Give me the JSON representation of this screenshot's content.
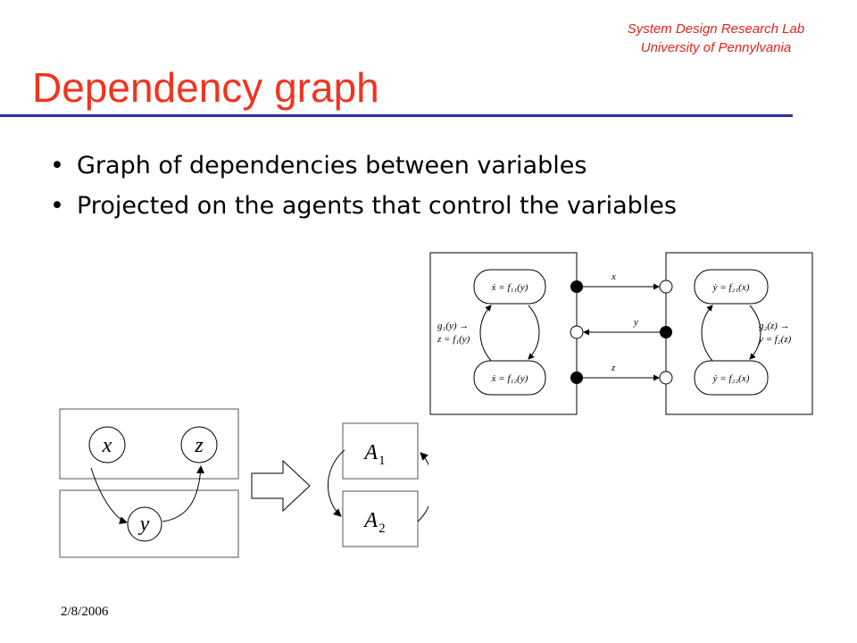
{
  "header": {
    "lab_line1": "System Design Research Lab",
    "lab_line2": "University of Pennylvania",
    "title": "Dependency graph"
  },
  "bullets": [
    {
      "text": "Graph of dependencies between variables"
    },
    {
      "text": "Projected on the agents that control the variables"
    }
  ],
  "bullet_glyph": "•",
  "footer": {
    "date": "2/8/2006"
  },
  "left_diagram": {
    "variables": [
      "x",
      "z",
      "y"
    ],
    "agents": [
      {
        "name": "A",
        "sub": "1"
      },
      {
        "name": "A",
        "sub": "2"
      }
    ]
  },
  "right_diagram": {
    "left_agent": {
      "top_mode": "ẋ = f₁₁(y)",
      "bottom_mode": "ẋ = f₁₂(y)",
      "guard_line1": "g₁(y) →",
      "guard_line2": "z = f₁(y)"
    },
    "right_agent": {
      "top_mode": "ẏ = f₂₁(x)",
      "bottom_mode": "ẏ = f₂₂(x)",
      "guard_line1": "g₂(z) →",
      "guard_line2": "y = f₂(z)"
    },
    "ports": [
      "x",
      "y",
      "z"
    ]
  },
  "colors": {
    "title": "#f0341f",
    "lab": "#e0231a",
    "rule": "#2f2fa8"
  }
}
